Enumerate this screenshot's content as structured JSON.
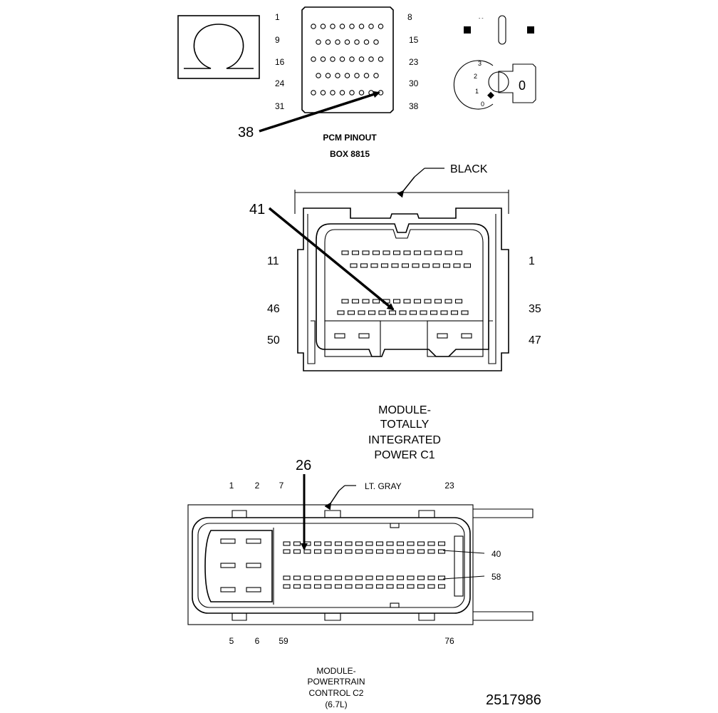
{
  "pcm_pinout": {
    "title_line1": "PCM PINOUT",
    "title_line2": "BOX 8815",
    "row_labels_left": [
      "1",
      "9",
      "16",
      "24",
      "31"
    ],
    "row_labels_right": [
      "8",
      "15",
      "23",
      "30",
      "38"
    ],
    "callout": "38"
  },
  "tipm_c1": {
    "color_label": "BLACK",
    "callout": "41",
    "pin_labels_left": [
      "11",
      "46",
      "50"
    ],
    "pin_labels_right": [
      "1",
      "35",
      "47"
    ],
    "title_lines": [
      "MODULE-",
      "TOTALLY",
      "INTEGRATED",
      "POWER C1"
    ]
  },
  "pcm_c2": {
    "callout": "26",
    "color_label": "LT. GRAY",
    "pin_labels_top": [
      "1",
      "2",
      "7",
      "23"
    ],
    "pin_labels_side": [
      "40",
      "58"
    ],
    "pin_labels_bottom": [
      "5",
      "6",
      "59",
      "76"
    ],
    "title_lines": [
      "MODULE-",
      "POWERTRAIN",
      "CONTROL C2",
      "(6.7L)"
    ]
  },
  "ignition_key": {
    "positions": [
      "3",
      "2",
      "1",
      "0"
    ],
    "key_glyph": "0"
  },
  "figure_id": "2517986"
}
